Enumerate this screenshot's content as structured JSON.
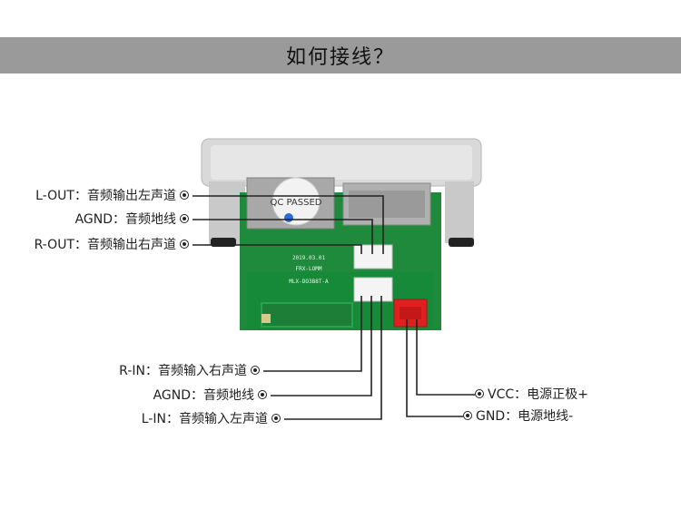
{
  "title": "如何接线？",
  "board": {
    "silkscreen_line1": "MLX-DO3B8T-A",
    "silkscreen_line2": "FRX-LOMM",
    "silkscreen_line3": "2019.03.01",
    "sticker_text": "QC PASSED"
  },
  "left_labels": [
    {
      "name": "L-OUT",
      "desc": "音频输出左声道"
    },
    {
      "name": "AGND",
      "desc": "音频地线"
    },
    {
      "name": "R-OUT",
      "desc": "音频输出右声道"
    }
  ],
  "bottom_labels": [
    {
      "name": "R-IN",
      "desc": "音频输入右声道"
    },
    {
      "name": "AGND",
      "desc": "音频地线"
    },
    {
      "name": "L-IN",
      "desc": "音频输入左声道"
    }
  ],
  "right_labels": [
    {
      "name": "VCC",
      "desc": "电源正极+"
    },
    {
      "name": "GND",
      "desc": "电源地线-"
    }
  ],
  "separator": "："
}
